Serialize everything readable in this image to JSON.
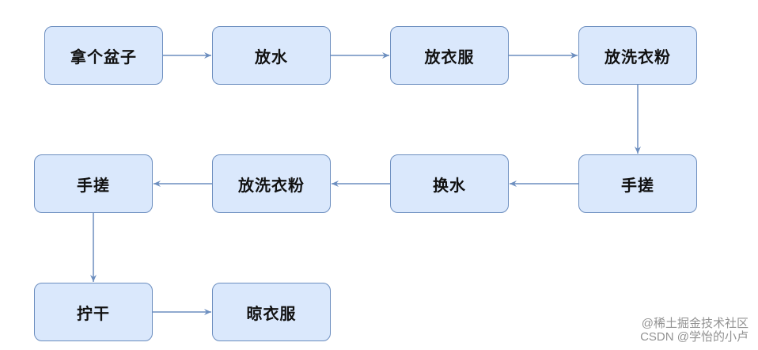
{
  "diagram": {
    "steps": [
      "拿个盆子",
      "放水",
      "放衣服",
      "放洗衣粉",
      "手搓",
      "换水",
      "放洗衣粉",
      "手搓",
      "拧干",
      "晾衣服"
    ]
  },
  "colors": {
    "node_fill": "#dae8fc",
    "node_border": "#6c8ebf",
    "connector": "#6c8ebf"
  },
  "watermark": {
    "line1": "@稀土掘金技术社区",
    "line2": "CSDN @学怡的小卢"
  }
}
